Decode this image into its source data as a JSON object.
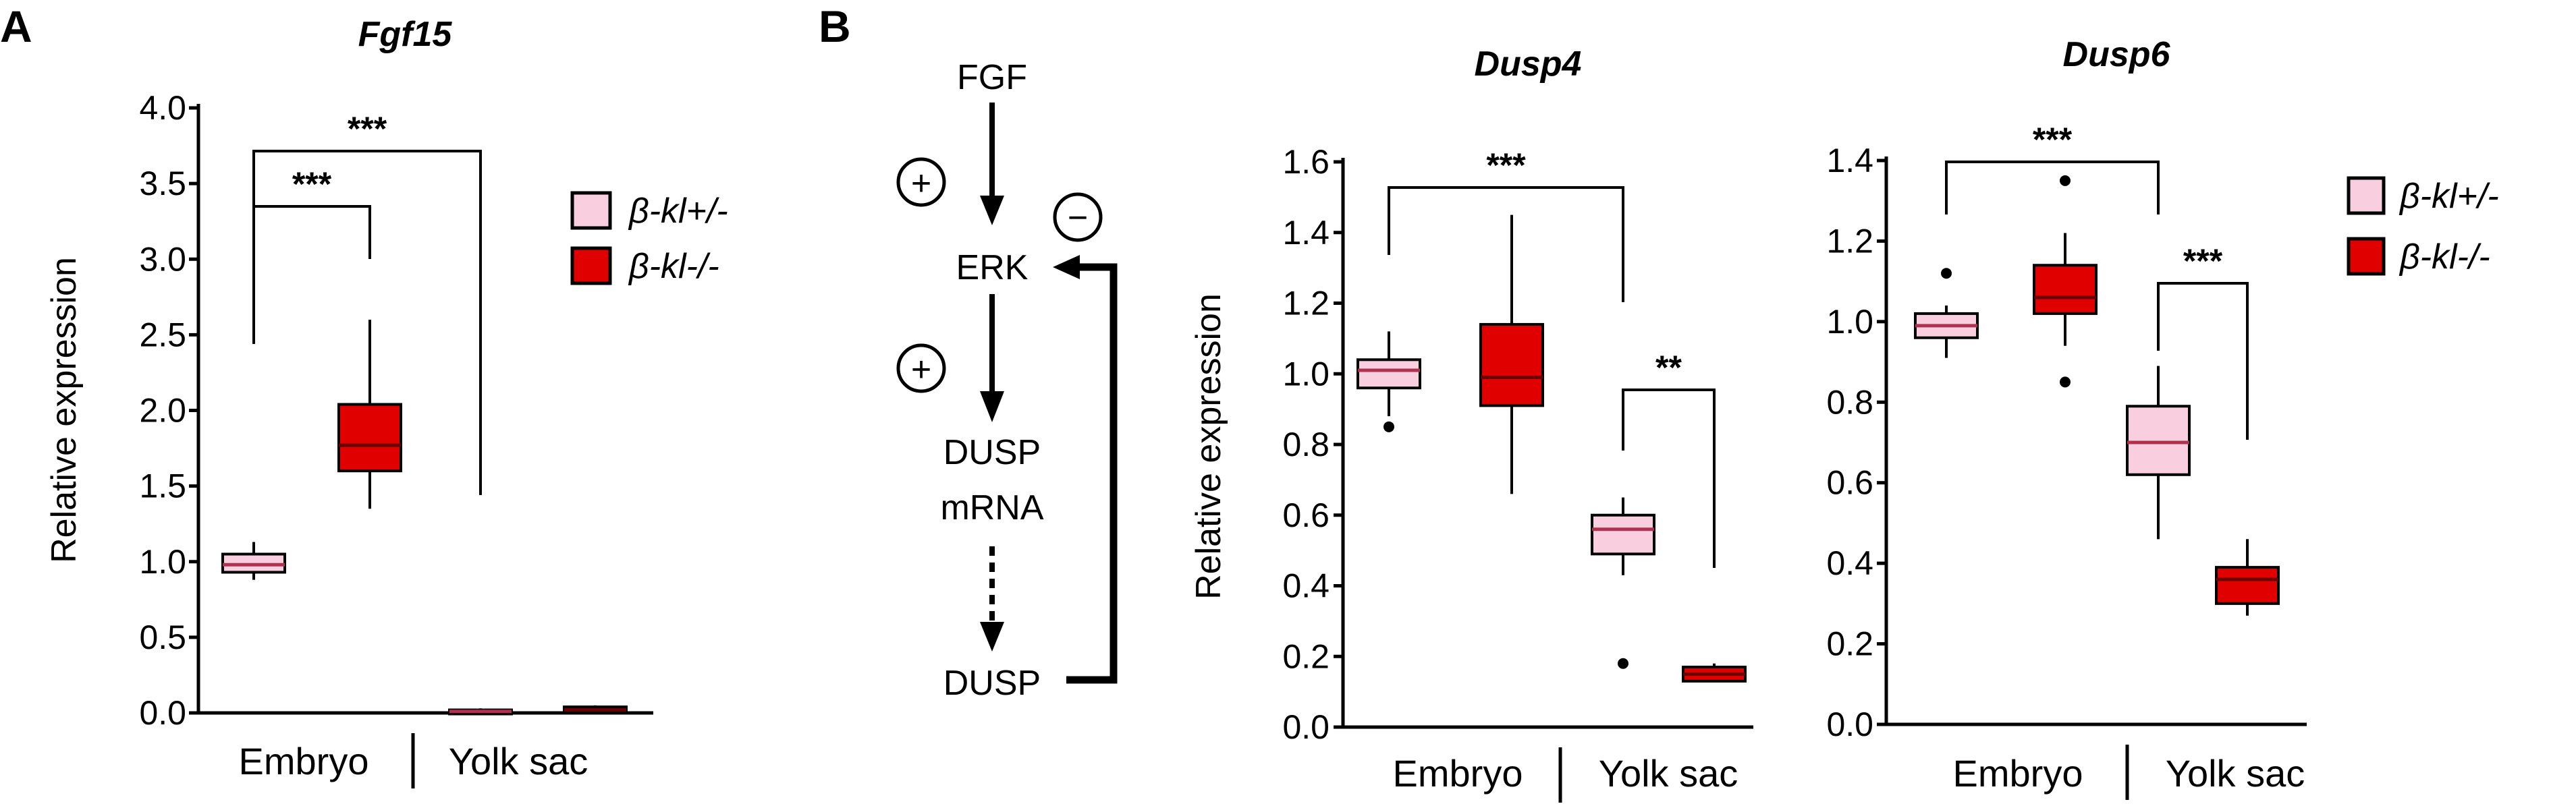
{
  "panels": {
    "a_label": "A",
    "b_label": "B"
  },
  "colors": {
    "het": "#f9cfe0",
    "ko": "#e00000",
    "median_het": "#b03050",
    "median_ko": "#6a0000"
  },
  "legend": {
    "het": "β-kl+/-",
    "ko": "β-kl-/-"
  },
  "pathway": {
    "fgf": "FGF",
    "erk": "ERK",
    "dusp_mrna_line1": "DUSP",
    "dusp_mrna_line2": "mRNA",
    "dusp": "DUSP",
    "plus": "+",
    "minus": "−"
  },
  "chart_data": [
    {
      "type": "box",
      "title": "Fgf15",
      "ylabel": "Relative expression",
      "ylim": [
        0,
        4.0
      ],
      "yticks": [
        "0.0",
        "0.5",
        "1.0",
        "1.5",
        "2.0",
        "2.5",
        "3.0",
        "3.5",
        "4.0"
      ],
      "groups": [
        "Embryo",
        "Yolk sac"
      ],
      "series": [
        {
          "name": "β-kl+/-",
          "boxes": [
            {
              "group": "Embryo",
              "min": 0.88,
              "q1": 0.93,
              "median": 0.98,
              "q3": 1.05,
              "max": 1.13,
              "outliers": []
            },
            {
              "group": "Yolk sac",
              "min": 0.0,
              "q1": 0.0,
              "median": 0.01,
              "q3": 0.02,
              "max": 0.03,
              "outliers": []
            }
          ]
        },
        {
          "name": "β-kl-/-",
          "boxes": [
            {
              "group": "Embryo",
              "min": 1.35,
              "q1": 1.6,
              "median": 1.77,
              "q3": 2.04,
              "max": 2.6,
              "outliers": []
            },
            {
              "group": "Yolk sac",
              "min": 0.0,
              "q1": 0.01,
              "median": 0.02,
              "q3": 0.04,
              "max": 0.05,
              "outliers": []
            }
          ]
        }
      ],
      "brackets": [
        {
          "from": 0,
          "to": 1,
          "label": "***"
        },
        {
          "from": 0,
          "to": 2,
          "label": "***"
        }
      ]
    },
    {
      "type": "box",
      "title": "Dusp4",
      "ylabel": "Relative expression",
      "ylim": [
        0,
        1.6
      ],
      "yticks": [
        "0.0",
        "0.2",
        "0.4",
        "0.6",
        "0.8",
        "1.0",
        "1.2",
        "1.4",
        "1.6"
      ],
      "groups": [
        "Embryo",
        "Yolk sac"
      ],
      "series": [
        {
          "name": "β-kl+/-",
          "boxes": [
            {
              "group": "Embryo",
              "min": 0.88,
              "q1": 0.96,
              "median": 1.01,
              "q3": 1.04,
              "max": 1.12,
              "outliers": [
                0.85
              ]
            },
            {
              "group": "Yolk sac",
              "min": 0.43,
              "q1": 0.49,
              "median": 0.56,
              "q3": 0.6,
              "max": 0.65,
              "outliers": [
                0.18
              ]
            }
          ]
        },
        {
          "name": "β-kl-/-",
          "boxes": [
            {
              "group": "Embryo",
              "min": 0.66,
              "q1": 0.91,
              "median": 0.99,
              "q3": 1.14,
              "max": 1.45,
              "outliers": []
            },
            {
              "group": "Yolk sac",
              "min": 0.13,
              "q1": 0.13,
              "median": 0.15,
              "q3": 0.17,
              "max": 0.18,
              "outliers": []
            }
          ]
        }
      ],
      "brackets": [
        {
          "from": 0,
          "to": 2,
          "label": "***"
        },
        {
          "from": 2,
          "to": 3,
          "label": "**"
        }
      ]
    },
    {
      "type": "box",
      "title": "Dusp6",
      "ylabel": "",
      "ylim": [
        0,
        1.4
      ],
      "yticks": [
        "0.0",
        "0.2",
        "0.4",
        "0.6",
        "0.8",
        "1.0",
        "1.2",
        "1.4"
      ],
      "groups": [
        "Embryo",
        "Yolk sac"
      ],
      "series": [
        {
          "name": "β-kl+/-",
          "boxes": [
            {
              "group": "Embryo",
              "min": 0.91,
              "q1": 0.96,
              "median": 0.99,
              "q3": 1.02,
              "max": 1.04,
              "outliers": [
                1.12
              ]
            },
            {
              "group": "Yolk sac",
              "min": 0.46,
              "q1": 0.62,
              "median": 0.7,
              "q3": 0.79,
              "max": 0.89,
              "outliers": []
            }
          ]
        },
        {
          "name": "β-kl-/-",
          "boxes": [
            {
              "group": "Embryo",
              "min": 0.94,
              "q1": 1.02,
              "median": 1.06,
              "q3": 1.14,
              "max": 1.22,
              "outliers": [
                1.35,
                0.85
              ]
            },
            {
              "group": "Yolk sac",
              "min": 0.27,
              "q1": 0.3,
              "median": 0.36,
              "q3": 0.39,
              "max": 0.46,
              "outliers": []
            }
          ]
        }
      ],
      "brackets": [
        {
          "from": 0,
          "to": 2,
          "label": "***"
        },
        {
          "from": 2,
          "to": 3,
          "label": "***"
        }
      ]
    }
  ]
}
